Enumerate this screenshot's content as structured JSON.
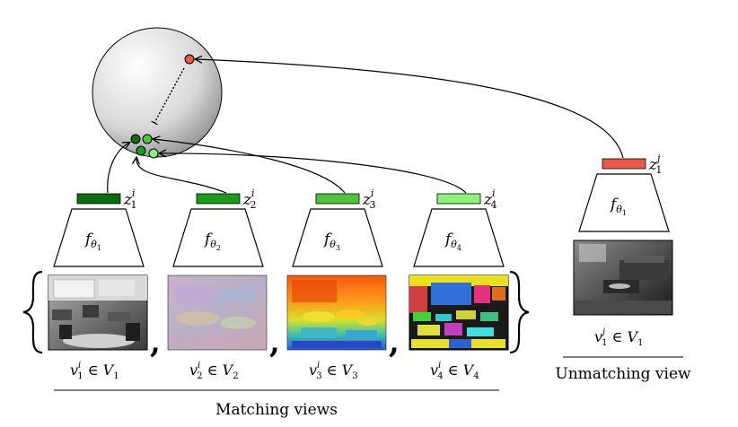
{
  "encoders": [
    {
      "f_base": "f",
      "f_sub": "θ",
      "f_subsub": "1",
      "z_base": "z",
      "z_sub": "1",
      "z_sup": "i",
      "color": "#0f6b0f"
    },
    {
      "f_base": "f",
      "f_sub": "θ",
      "f_subsub": "2",
      "z_base": "z",
      "z_sub": "2",
      "z_sup": "i",
      "color": "#1c9a1c"
    },
    {
      "f_base": "f",
      "f_sub": "θ",
      "f_subsub": "3",
      "z_base": "z",
      "z_sub": "3",
      "z_sup": "i",
      "color": "#52c23a"
    },
    {
      "f_base": "f",
      "f_sub": "θ",
      "f_subsub": "4",
      "z_base": "z",
      "z_sub": "4",
      "z_sup": "i",
      "color": "#8ff07a"
    },
    {
      "f_base": "f",
      "f_sub": "θ",
      "f_subsub": "1",
      "z_base": "z",
      "z_sub": "1",
      "z_sup": "j",
      "color": "#e8584b"
    }
  ],
  "views": [
    {
      "v_base": "v",
      "v_sub": "1",
      "v_sup": "i",
      "rel": " ∈ ",
      "set_base": "V",
      "set_sub": "1"
    },
    {
      "v_base": "v",
      "v_sub": "2",
      "v_sup": "i",
      "rel": " ∈ ",
      "set_base": "V",
      "set_sub": "2"
    },
    {
      "v_base": "v",
      "v_sub": "3",
      "v_sup": "i",
      "rel": " ∈ ",
      "set_base": "V",
      "set_sub": "3"
    },
    {
      "v_base": "v",
      "v_sub": "4",
      "v_sup": "i",
      "rel": " ∈ ",
      "set_base": "V",
      "set_sub": "4"
    },
    {
      "v_base": "v",
      "v_sub": "1",
      "v_sup": "j",
      "rel": " ∈ ",
      "set_base": "V",
      "set_sub": "1"
    }
  ],
  "captions": {
    "matching": "Matching views",
    "unmatching": "Unmatching view"
  },
  "comma": ","
}
